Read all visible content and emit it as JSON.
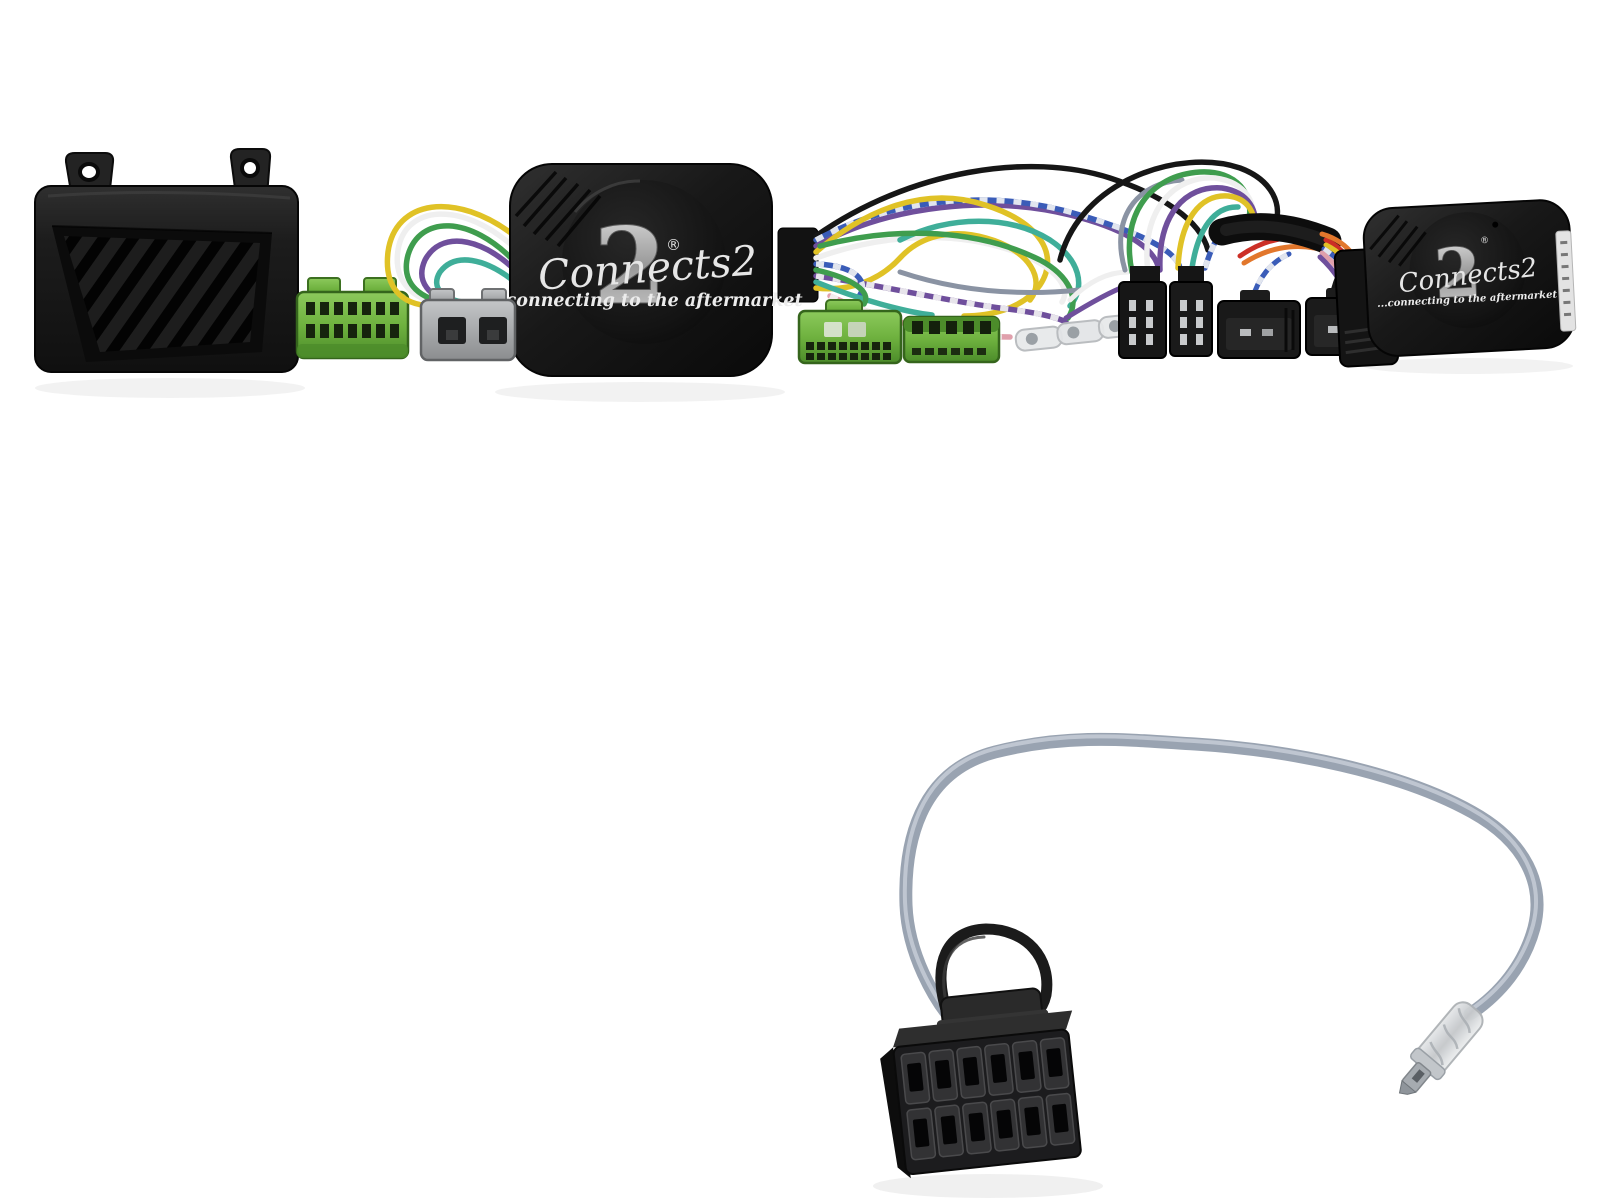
{
  "brand": {
    "numeral": "2",
    "wordmark": "Connects2",
    "registered": "®",
    "tagline": "...connecting to the aftermarket"
  },
  "palette": {
    "background": "#ffffff",
    "module_black": "#1b1b1b",
    "connector_green": "#6fb23f",
    "connector_grey": "#a9abad",
    "logo_silver": "#c6c6c6",
    "lead_grey": "#99a3b1",
    "terminal_clear": "#dcdee0",
    "wire_yellow": "#e0c226",
    "wire_blue": "#3a5cb8",
    "wire_purple": "#6f4f9c",
    "wire_teal": "#3fae99",
    "wire_green": "#3f9d4e",
    "wire_pink": "#e0a0ac",
    "wire_white": "#efefef",
    "wire_black": "#161616",
    "wire_red": "#cc2f26",
    "wire_orange": "#e2772c"
  },
  "components": [
    "speaker-module",
    "green-14pin-connector",
    "grey-2slot-connector",
    "interface-box-large",
    "wiring-loom",
    "green-latch-connector",
    "green-slot-connector",
    "bullet-crimp-terminals",
    "iso-connector-pair",
    "mini-connector-pair",
    "interface-box-small",
    "label-strip",
    "antenna-adapter-lead",
    "twelve-pin-plug",
    "antenna-plug"
  ]
}
